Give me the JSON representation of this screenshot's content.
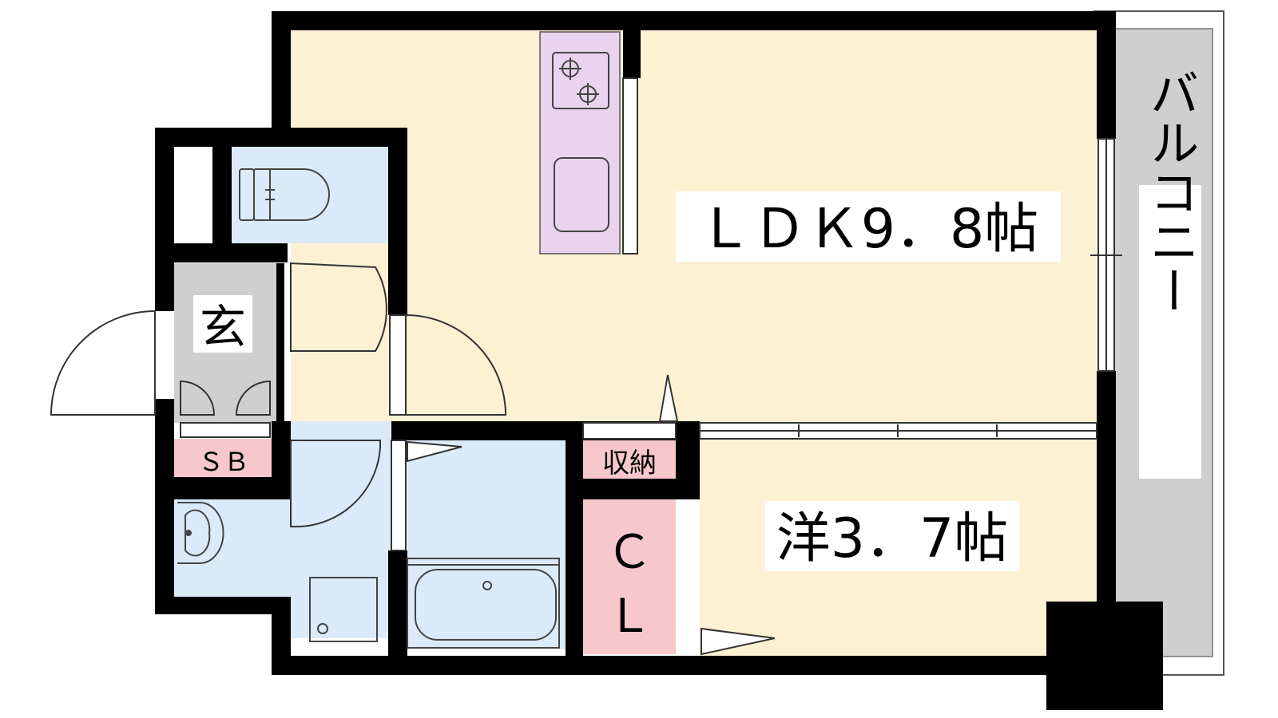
{
  "rooms": {
    "ldk": "ＬＤＫ9．8帖",
    "western": "洋3．7帖",
    "balcony": "バルコニー",
    "entrance": "玄",
    "shoe_box": "ＳＢ",
    "storage": "収納",
    "closet_top": "Ｃ",
    "closet_bottom": "Ｌ"
  },
  "colors": {
    "wall": "#000000",
    "living_floor": "#fdf1d3",
    "wet_area": "#dbeaf8",
    "kitchen": "#e9d3ee",
    "entrance": "#cfcfcf",
    "storage": "#f6c8cc",
    "balcony": "#cfcfcf"
  }
}
